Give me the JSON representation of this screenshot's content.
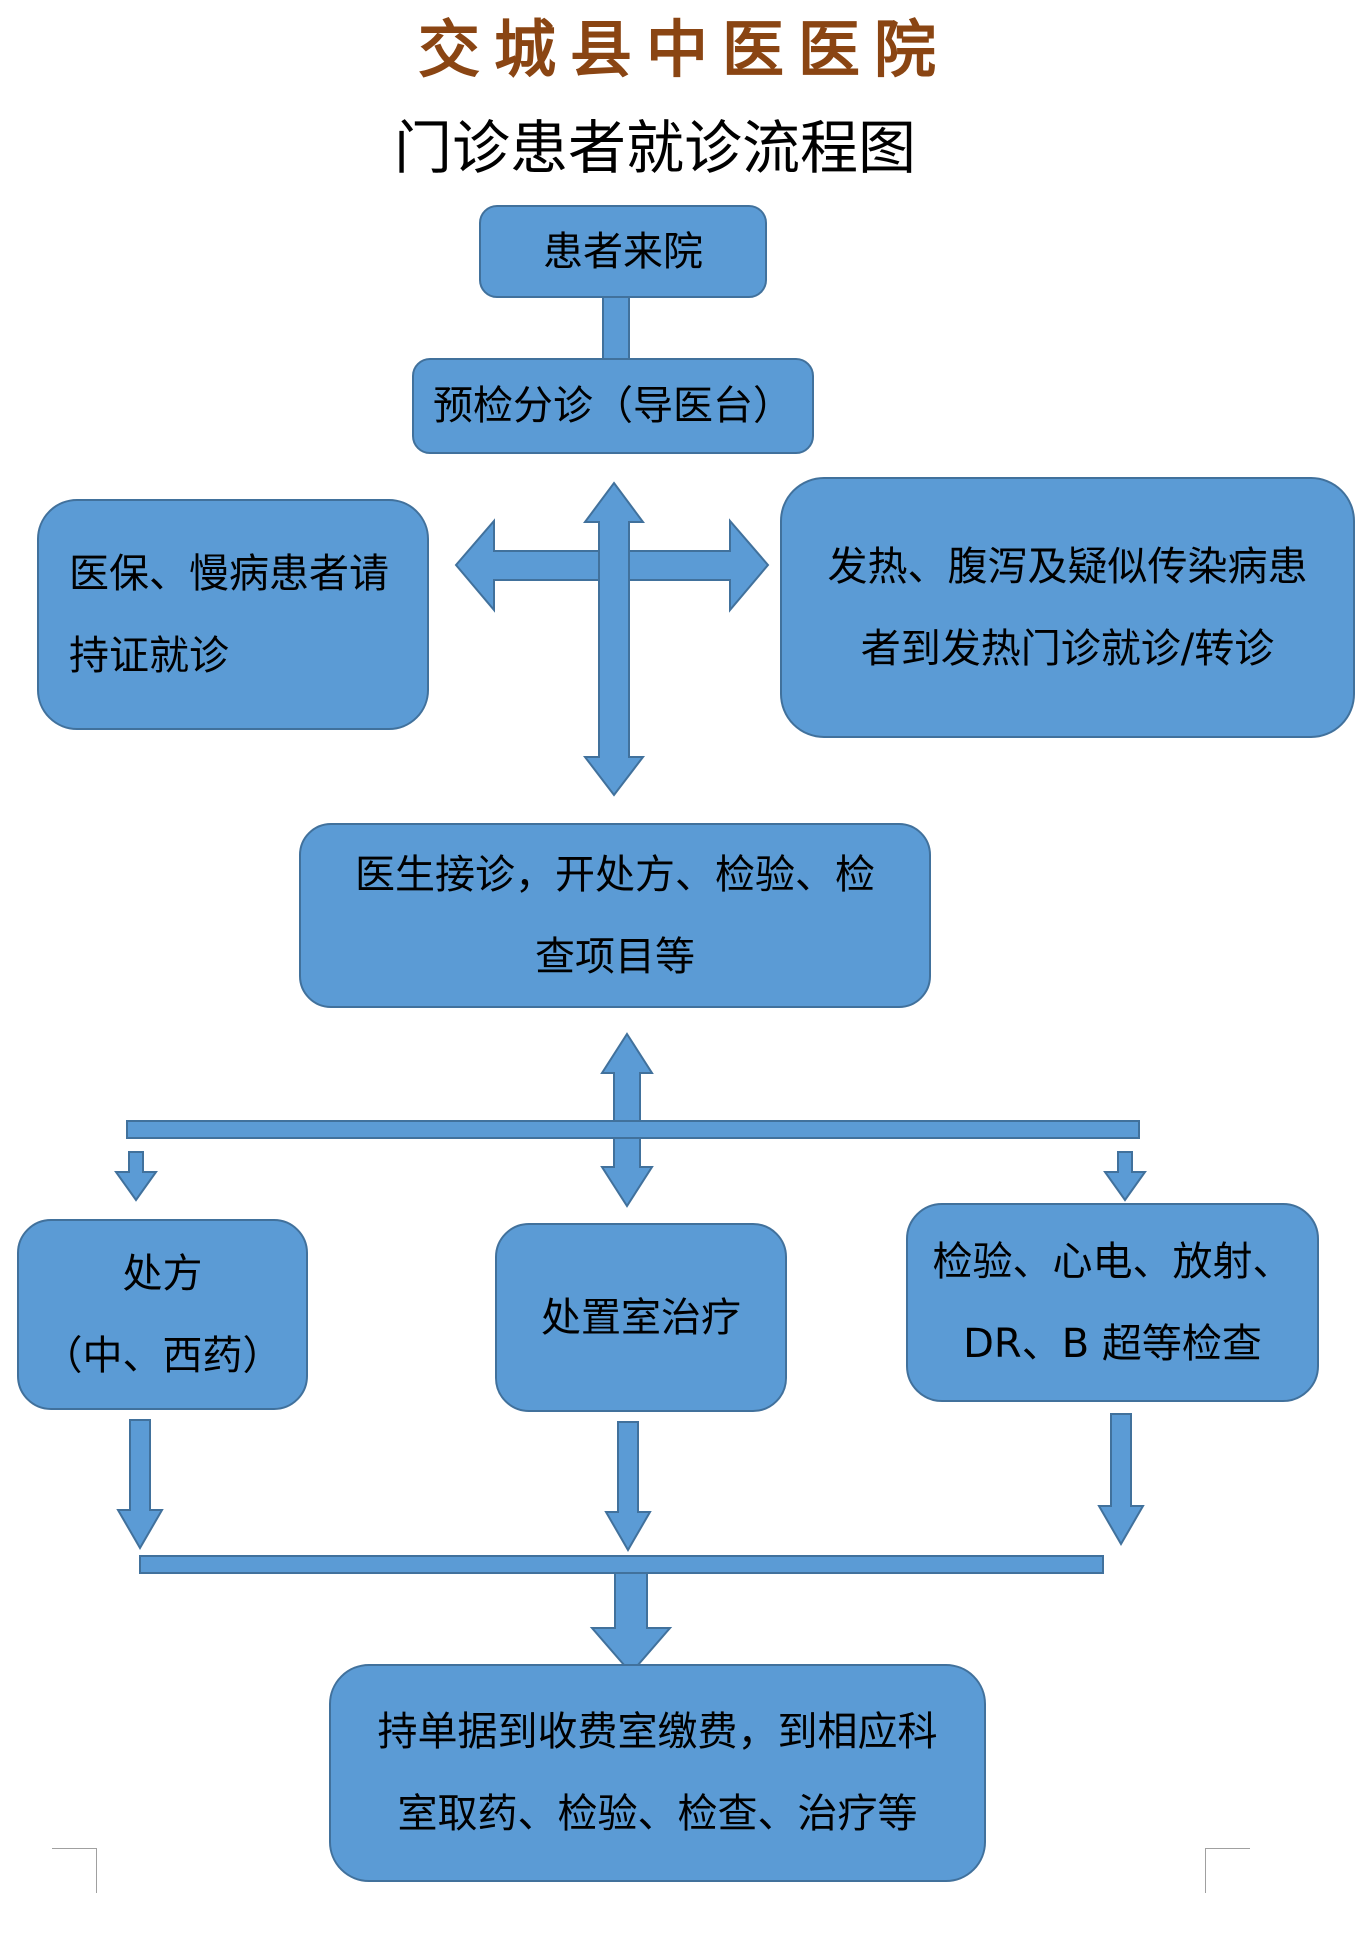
{
  "header": {
    "hospital_name": "交城县中医医院",
    "chart_title": "门诊患者就诊流程图"
  },
  "colors": {
    "box_fill": "#5b9bd5",
    "box_border": "#41719c",
    "title_color": "#8a4513",
    "text_color": "#000000"
  },
  "nodes": {
    "arrival": {
      "lines": [
        "患者来院"
      ]
    },
    "triage": {
      "lines": [
        "预检分诊（导医台）"
      ]
    },
    "insurance": {
      "lines": [
        "医保、慢病患者请",
        "持证就诊"
      ]
    },
    "fever": {
      "lines": [
        "发热、腹泻及疑似传染病患",
        "者到发热门诊就诊/转诊"
      ]
    },
    "doctor": {
      "lines": [
        "医生接诊，开处方、检验、检",
        "查项目等"
      ]
    },
    "prescription": {
      "lines": [
        "处方",
        "（中、西药）"
      ]
    },
    "treatment": {
      "lines": [
        "处置室治疗"
      ]
    },
    "exams": {
      "lines": [
        "检验、心电、放射、",
        "DR、B 超等检查"
      ]
    },
    "payment": {
      "lines": [
        "持单据到收费室缴费，到相应科",
        "室取药、检验、检查、治疗等"
      ]
    }
  },
  "edges": [
    {
      "from": "arrival",
      "to": "triage",
      "type": "connector"
    },
    {
      "from": "triage",
      "to": "insurance",
      "type": "arrow"
    },
    {
      "from": "triage",
      "to": "fever",
      "type": "arrow"
    },
    {
      "from": "triage",
      "to": "doctor",
      "type": "bidirectional-arrow"
    },
    {
      "from": "doctor",
      "to": "prescription",
      "type": "arrow"
    },
    {
      "from": "doctor",
      "to": "treatment",
      "type": "bidirectional-arrow"
    },
    {
      "from": "doctor",
      "to": "exams",
      "type": "arrow"
    },
    {
      "from": "prescription",
      "to": "payment",
      "type": "arrow"
    },
    {
      "from": "treatment",
      "to": "payment",
      "type": "arrow"
    },
    {
      "from": "exams",
      "to": "payment",
      "type": "arrow"
    }
  ]
}
